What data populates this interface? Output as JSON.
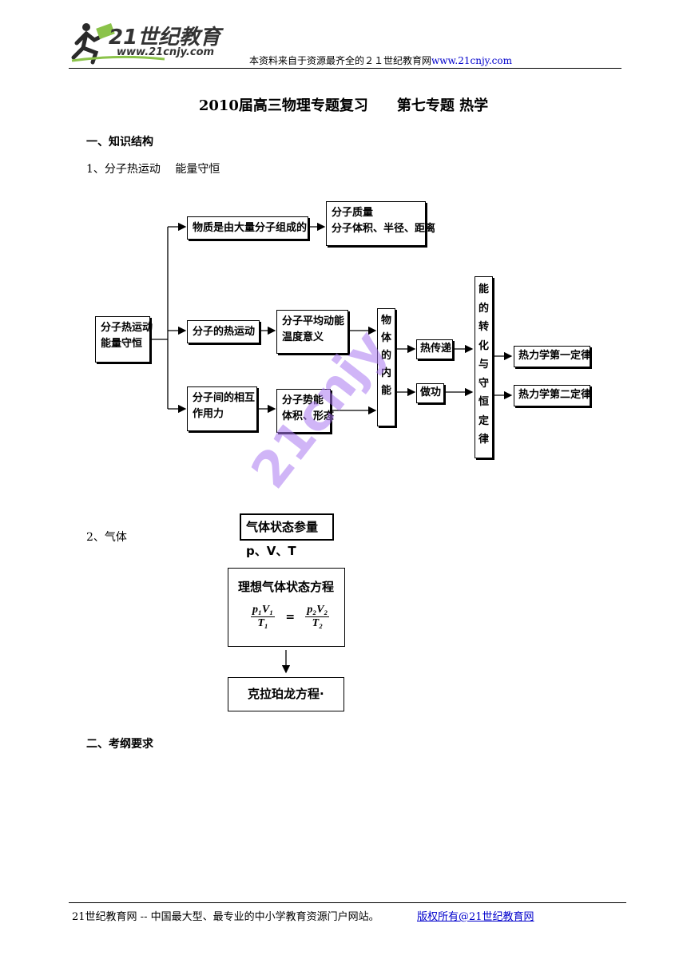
{
  "header": {
    "logo_text": "21世纪教育",
    "logo_url": "www.21cnjy.com",
    "source_text": "本资料来自于资源最齐全的２１世纪教育网",
    "source_url": "www.21cnjy.com"
  },
  "title": "2010届高三物理专题复习　　第七专题 热学",
  "section1": {
    "heading": "一、知识结构",
    "item1": "1、分子热运动　 能量守恒",
    "item2": "2、气体"
  },
  "diagram1": {
    "root": [
      "分子热运动",
      "能量守恒"
    ],
    "branch_top": "物质是由大量分子组成的",
    "branch_top_detail": [
      "分子质量",
      "分子体积、半径、距离"
    ],
    "branch_mid": "分子的热运动",
    "branch_mid_detail": [
      "分子平均动能",
      "温度意义"
    ],
    "branch_bot": [
      "分子间的相互",
      "作用力"
    ],
    "branch_bot_detail": [
      "分子势能",
      "体积、形态"
    ],
    "internal_energy": [
      "物",
      "体",
      "的",
      "内",
      "能"
    ],
    "heat_transfer": "热传递",
    "work": "做功",
    "conservation": [
      "能",
      "的",
      "转",
      "化",
      "与",
      "守",
      "恒",
      "定",
      "律"
    ],
    "law1": "热力学第一定律",
    "law2": "热力学第二定律"
  },
  "diagram2": {
    "state_params": "气体状态参量p、V、T",
    "ideal_gas_title": "理想气体状态方程",
    "p1v1": "p₁V₁",
    "t1": "T₁",
    "equals": "=",
    "p2v2": "p₂V₂",
    "t2": "T₂",
    "clapeyron": "克拉珀龙方程·"
  },
  "watermark": "21cnjy",
  "section2": {
    "heading": "二、考纲要求"
  },
  "footer": {
    "text": "21世纪教育网 -- 中国最大型、最专业的中小学教育资源门户网站。",
    "copyright": "版权所有@21世纪教育网"
  }
}
